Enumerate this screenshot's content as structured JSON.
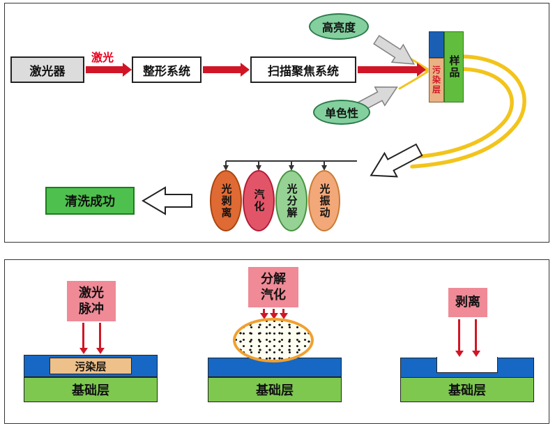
{
  "top": {
    "laser_box": "激光器",
    "beam_label": "激光",
    "shaping_box": "整形系统",
    "scanning_box": "扫描聚焦系统",
    "brightness": "高亮度",
    "monochromaticity": "单色性",
    "sample": {
      "contamination": "污染层",
      "name": "样品"
    },
    "mechanisms": [
      {
        "label": "光剥离",
        "fill": "#df6a33"
      },
      {
        "label": "汽化",
        "fill": "#e25568"
      },
      {
        "label": "光分解",
        "fill": "#96d294"
      },
      {
        "label": "光振动",
        "fill": "#f2a878"
      }
    ],
    "success": "清洗成功"
  },
  "bottom": {
    "stage1": {
      "label": "激光\n脉冲",
      "contamination": "污染层",
      "base": "基础层"
    },
    "stage2": {
      "label": "分解\n汽化",
      "base": "基础层"
    },
    "stage3": {
      "label": "剥离",
      "base": "基础层"
    }
  },
  "colors": {
    "arrow_red": "#d01626",
    "beam_yellow": "#f2c41c",
    "layer_blue": "#1668c4",
    "layer_green": "#7ec850",
    "contamination_orange": "#eec08a",
    "label_pink": "#ef8a96",
    "success_green": "#4ec04e"
  }
}
